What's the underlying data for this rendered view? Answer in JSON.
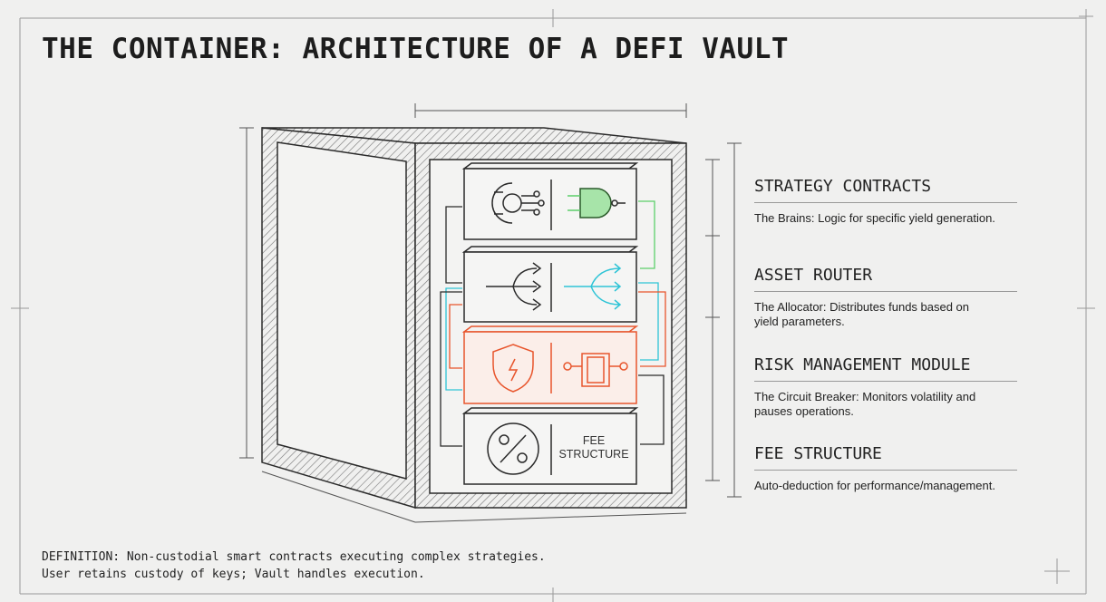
{
  "title": "THE CONTAINER: ARCHITECTURE OF A DEFI VAULT",
  "components": [
    {
      "heading": "STRATEGY CONTRACTS",
      "description": "The Brains: Logic for specific yield generation."
    },
    {
      "heading": "ASSET ROUTER",
      "description": "The Allocator: Distributes funds based on yield parameters."
    },
    {
      "heading": "RISK MANAGEMENT MODULE",
      "description": "The Circuit Breaker: Monitors volatility and pauses operations."
    },
    {
      "heading": "FEE STRUCTURE",
      "description": "Auto-deduction for performance/management."
    }
  ],
  "diagram": {
    "fee_module_label_line1": "FEE",
    "fee_module_label_line2": "STRUCTURE",
    "icons": [
      "gear-circuit-icon",
      "logic-gate-icon",
      "split-arrows-icon",
      "fanout-arrows-icon",
      "shield-lightning-icon",
      "circuit-breaker-switch-icon",
      "percent-icon"
    ],
    "colors": {
      "strategy": "#5ccf6a",
      "router": "#2ec4d6",
      "risk": "#e8552c",
      "ink": "#2a2a2a"
    }
  },
  "definition": {
    "line1": "DEFINITION: Non-custodial smart contracts executing complex strategies.",
    "line2": "User retains custody of keys; Vault handles execution."
  }
}
